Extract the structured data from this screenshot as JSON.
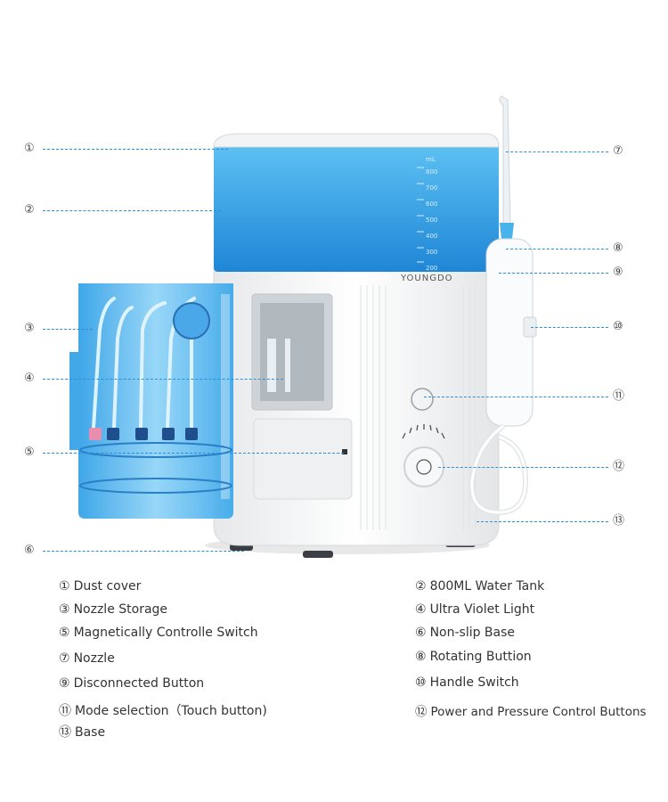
{
  "brand": "YOUNGDO",
  "markers": [
    "①",
    "②",
    "③",
    "④",
    "⑤",
    "⑥",
    "⑦",
    "⑧",
    "⑨",
    "⑩",
    "⑪",
    "⑫",
    "⑬"
  ],
  "tank_scale": [
    "800",
    "700",
    "600",
    "500",
    "400",
    "300",
    "200"
  ],
  "tank_unit": "mL",
  "legend": [
    {
      "num": "①",
      "text": "Dust cover"
    },
    {
      "num": "②",
      "text": "800ML Water Tank"
    },
    {
      "num": "③",
      "text": "Nozzle Storage"
    },
    {
      "num": "④",
      "text": "Ultra Violet Light"
    },
    {
      "num": "⑤",
      "text": "Magnetically Controlle Switch"
    },
    {
      "num": "⑥",
      "text": "Non-slip Base"
    },
    {
      "num": "⑦",
      "text": "Nozzle"
    },
    {
      "num": "⑧",
      "text": "Rotating Buttion"
    },
    {
      "num": "⑨",
      "text": "Disconnected Button"
    },
    {
      "num": "⑩",
      "text": "Handle Switch"
    },
    {
      "num": "⑪",
      "text": "Mode selection（Touch button)"
    },
    {
      "num": "⑫",
      "text": "Power and Pressure Control Buttons"
    },
    {
      "num": "⑬",
      "text": "Base"
    }
  ],
  "colors": {
    "leader": "#2a8fd6",
    "tank": "#2f9ce0",
    "storage": "#4fb3ee",
    "body": "#f4f5f6"
  }
}
